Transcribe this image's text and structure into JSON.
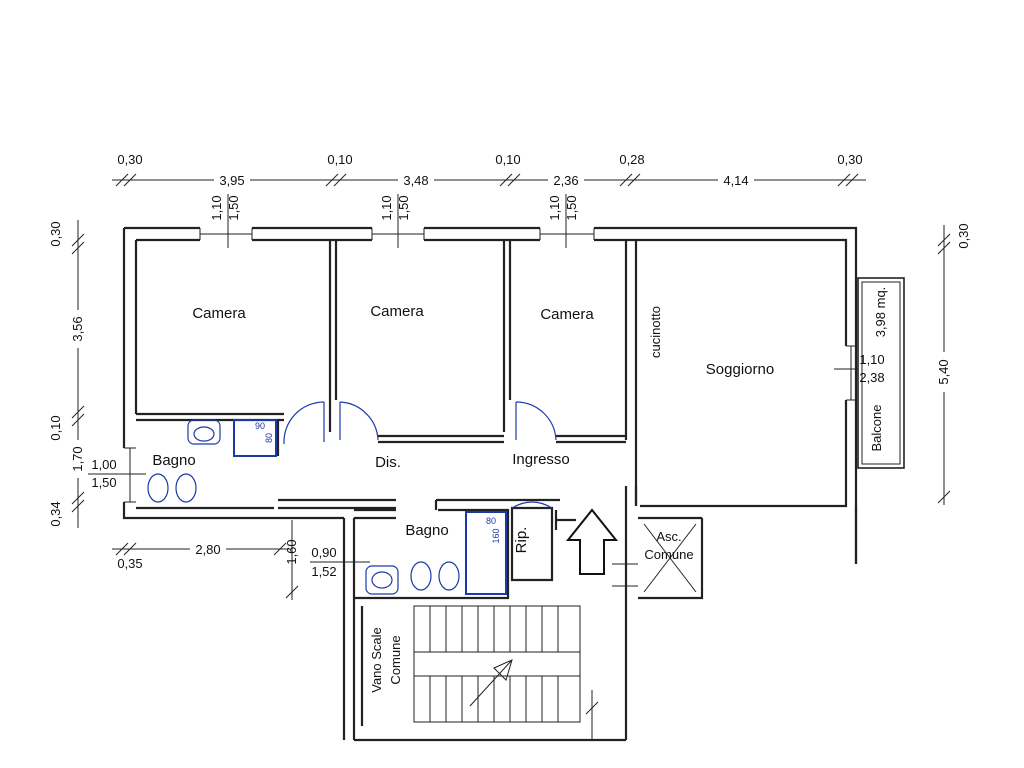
{
  "rooms": {
    "camera_1": "Camera",
    "camera_2": "Camera",
    "camera_3": "Camera",
    "cucinotto": "cucinotto",
    "soggiorno": "Soggiorno",
    "balcone": "Balcone",
    "balcone_area": "3,98 mq.",
    "bagno_1": "Bagno",
    "bagno_2": "Bagno",
    "disimpegno": "Dis.",
    "ingresso": "Ingresso",
    "ripostiglio": "Rip.",
    "ascensore_1": "Asc.",
    "ascensore_2": "Comune",
    "vano_scale_1": "Vano Scale",
    "vano_scale_2": "Comune"
  },
  "dimensions": {
    "top_row": [
      "0,30",
      "0,10",
      "0,10",
      "0,28",
      "0,30"
    ],
    "top_main": [
      "3,95",
      "3,48",
      "2,36",
      "4,14"
    ],
    "window_1_w": "1,10",
    "window_1_h": "1,50",
    "window_2_w": "1,10",
    "window_2_h": "1,50",
    "window_3_w": "1,10",
    "window_3_h": "1,50",
    "left_vertical": [
      "0,30",
      "3,56",
      "0,10",
      "1,70",
      "0,34"
    ],
    "right_vertical": [
      "0,30",
      "5,40"
    ],
    "bagno1_window_w": "1,00",
    "bagno1_window_h": "1,50",
    "bottom_left_a": "0,35",
    "bottom_left_b": "2,80",
    "bottom_left_c": "1,60",
    "bagno2_window_w": "0,90",
    "bagno2_window_h": "1,52",
    "balcone_door_w": "1,10",
    "balcone_door_h": "2,38",
    "shower1_a": "90",
    "shower1_b": "80",
    "shower2_a": "80",
    "shower2_b": "160"
  }
}
